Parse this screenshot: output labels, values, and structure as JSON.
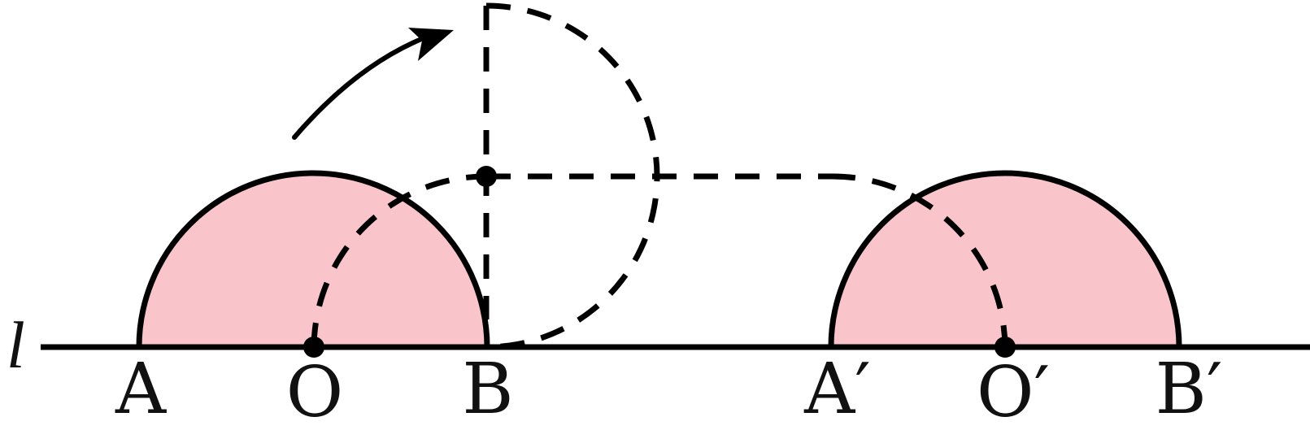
{
  "colors": {
    "stroke": "#000000",
    "fill": "#f9c4ca",
    "background": "#ffffff"
  },
  "labels": {
    "line": "l",
    "A": "A",
    "O": "O",
    "B": "B",
    "A_prime": "A′",
    "O_prime": "O′",
    "B_prime": "B′"
  }
}
